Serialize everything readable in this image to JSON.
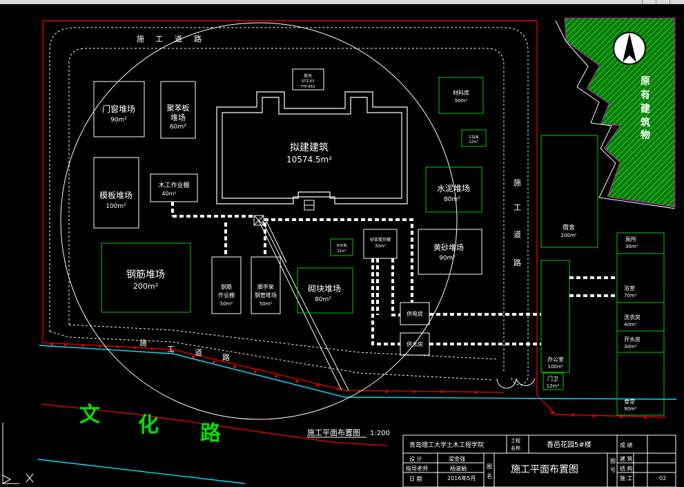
{
  "window": {
    "controls": [
      "minimize",
      "restore",
      "close"
    ]
  },
  "drawing": {
    "title": "施工平面布置图",
    "scale": "1:200",
    "road_main": [
      "文",
      "化",
      "路"
    ],
    "road_site": [
      "施",
      "工",
      "道",
      "路"
    ],
    "existing_building": [
      "原",
      "有",
      "建",
      "筑",
      "物"
    ],
    "north_symbol": "north-arrow-icon",
    "areas": {
      "door_window": {
        "name": "门窗堆场",
        "size": "90m²"
      },
      "formwork_stack": {
        "name": "聚苯板",
        "name2": "堆场",
        "size": "60m²"
      },
      "template": {
        "name": "模板堆场",
        "size": "100m²"
      },
      "carpentry": {
        "name": "木工作业棚",
        "size": "40m²"
      },
      "rebar_stack": {
        "name": "钢筋堆场",
        "size": "200m²"
      },
      "rebar_shed": {
        "name": "钢筋",
        "name2": "作业棚",
        "size": "50m²"
      },
      "scaffold": {
        "name": "脚手架",
        "name2": "钢管堆场",
        "size": "50m²"
      },
      "block": {
        "name": "砌块堆场",
        "size": "80m²"
      },
      "building": {
        "name": "拟建建筑",
        "size": "10574.5m²"
      },
      "crane": {
        "name": "塔吊",
        "name2": "QTZ-63",
        "label": "FTP-650"
      },
      "material_room": {
        "name": "材料库",
        "size": "50m²"
      },
      "tool_room": {
        "name": "工具库",
        "size": "12m²"
      },
      "cement": {
        "name": "水泥堆场",
        "size": "80m²"
      },
      "sand": {
        "name": "黄砂堆场",
        "size": "90m²"
      },
      "lime": {
        "name": "石灰房",
        "size": "12m²"
      },
      "mortar_mixer": {
        "name": "砂浆搅拌棚",
        "size": "30m²"
      },
      "power": {
        "name": "供电房"
      },
      "water": {
        "name": "供水房"
      },
      "dorm": {
        "name": "宿舍",
        "size": "200m²"
      },
      "office": {
        "name": "办公室",
        "size": "100m²"
      },
      "guard": {
        "name": "门卫",
        "size": "12m²"
      },
      "toilet": {
        "name": "厕所",
        "size": "30m²"
      },
      "bath": {
        "name": "浴室",
        "size": "70m²"
      },
      "laundry": {
        "name": "洗衣房",
        "size": "40m²"
      },
      "boiler": {
        "name": "开水房",
        "size": "30m²"
      },
      "canteen": {
        "name": "食堂",
        "size": "90m²"
      }
    },
    "titleblock": {
      "school": "青岛理工大学土木工程学院",
      "proj_label_1": "工程",
      "proj_label_2": "名称",
      "project": "香邑花园5#楼",
      "grade_label": "成 绩",
      "design_label": "设 计",
      "designer": "梁金强",
      "advisor_label": "指导老师",
      "advisor": "杨淑娟",
      "date_label": "日 期",
      "date": "2016年5月",
      "figname_label_1": "图",
      "figname_label_2": "名",
      "figname": "施工平面布置图",
      "fignum_label_1": "图",
      "fignum_label_2": "号",
      "spec_1": "建 筑",
      "spec_2": "结 构",
      "spec_3": "施 工",
      "number": "02"
    }
  },
  "colors": {
    "red": "#e00000",
    "green": "#00e000",
    "white": "#ffffff",
    "cyan": "#00e5ff",
    "hatch": "#1faa1f"
  }
}
